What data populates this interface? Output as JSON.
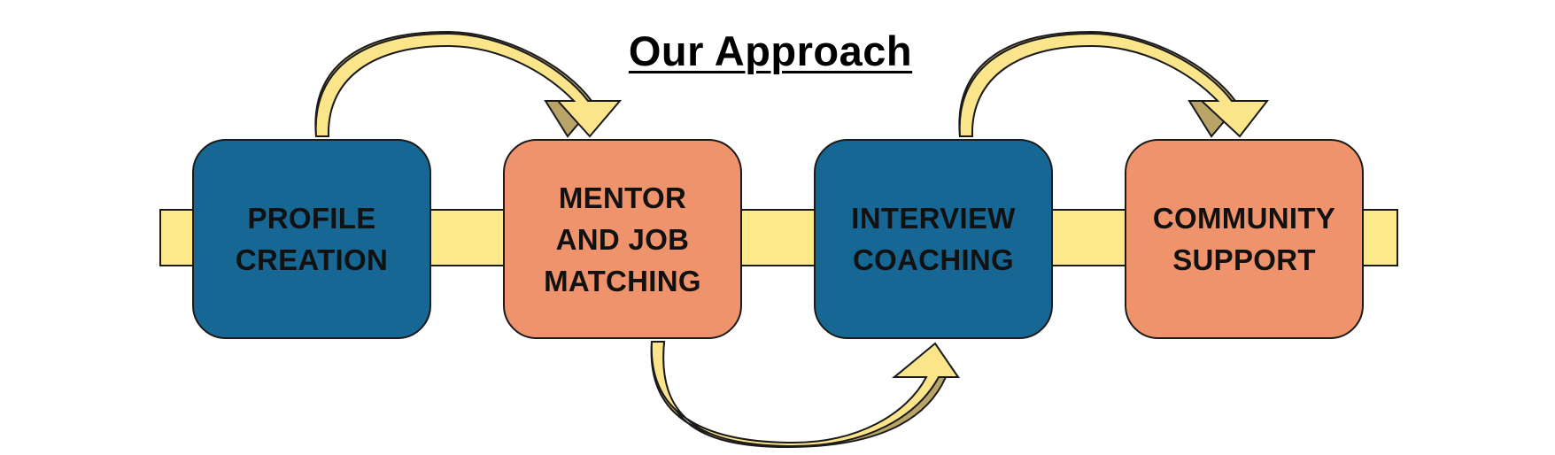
{
  "title": "Our Approach",
  "colors": {
    "blue_box": "#166794",
    "orange_box": "#ee936b",
    "band": "#fde98c",
    "arrow": "#fbe58a",
    "arrow_shadow": "#b9a468",
    "outline": "#1a1a1a"
  },
  "steps": [
    {
      "label": "PROFILE\nCREATION",
      "color": "#166794"
    },
    {
      "label": "MENTOR\nAND JOB\nMATCHING",
      "color": "#ee936b"
    },
    {
      "label": "INTERVIEW\nCOACHING",
      "color": "#166794"
    },
    {
      "label": "COMMUNITY\nSUPPORT",
      "color": "#ee936b"
    }
  ]
}
